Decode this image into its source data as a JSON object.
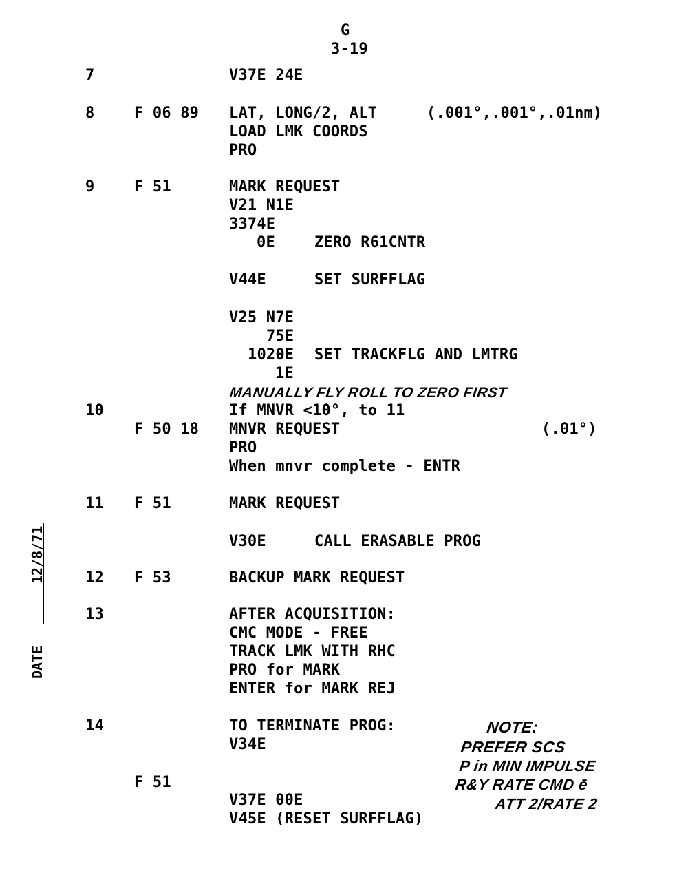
{
  "header": {
    "section": "G",
    "page": "3-19"
  },
  "date_stamp": {
    "label": "DATE",
    "value": "12/8/71"
  },
  "steps": {
    "s7": {
      "num": "7",
      "lines": [
        "V37E 24E"
      ]
    },
    "s8": {
      "num": "8",
      "code": "F 06 89",
      "lines": [
        "LAT, LONG/2, ALT",
        "LOAD LMK COORDS",
        "PRO"
      ],
      "units": "(.001°,.001°,.01nm)"
    },
    "s9": {
      "num": "9",
      "code": "F 51",
      "lines": [
        "MARK REQUEST",
        "V21 N1E",
        "3374E",
        "0E",
        "V44E",
        "V25 N7E",
        "75E",
        "1020E",
        "1E"
      ],
      "comments": [
        "ZERO R61CNTR",
        "SET SURFFLAG",
        "SET TRACKFLG AND LMTRG"
      ]
    },
    "handwritten_roll": "MANUALLY FLY ROLL TO ZERO FIRST",
    "s10": {
      "num": "10",
      "code": "F 50 18",
      "lines": [
        "If MNVR <10°, to 11",
        "MNVR REQUEST",
        "PRO",
        "When mnvr complete - ENTR"
      ],
      "units": "(.01°)"
    },
    "s11": {
      "num": "11",
      "code": "F 51",
      "lines": [
        "MARK REQUEST",
        "V30E"
      ],
      "comments": [
        "CALL ERASABLE PROG"
      ]
    },
    "s12": {
      "num": "12",
      "code": "F 53",
      "lines": [
        "BACKUP MARK REQUEST"
      ]
    },
    "s13": {
      "num": "13",
      "lines": [
        "AFTER ACQUISITION:",
        "CMC MODE - FREE",
        "TRACK LMK WITH RHC",
        "PRO for MARK",
        "ENTER for MARK REJ"
      ]
    },
    "s14": {
      "num": "14",
      "code": "F 51",
      "lines": [
        "TO TERMINATE PROG:",
        "V34E",
        "V37E 00E",
        "V45E (RESET SURFFLAG)"
      ]
    }
  },
  "handwritten_note": [
    "NOTE:",
    "PREFER SCS",
    "P in MIN IMPULSE",
    "R&Y RATE CMD ē",
    "ATT 2/RATE 2"
  ]
}
